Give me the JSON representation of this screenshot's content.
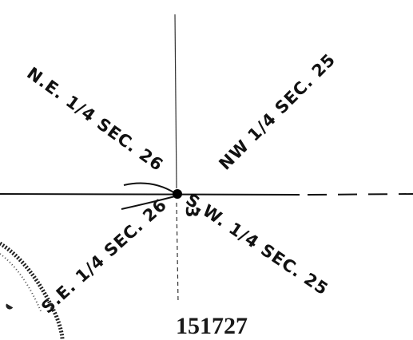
{
  "sketch": {
    "labels": {
      "ne": "N.E. 1/4 SEC. 26",
      "nw": "NW 1/4 SEC. 25",
      "se": "S.E. 1/4 SEC. 26",
      "sw": "S.W. 1/4 SEC. 25"
    },
    "map_number": "151727"
  }
}
